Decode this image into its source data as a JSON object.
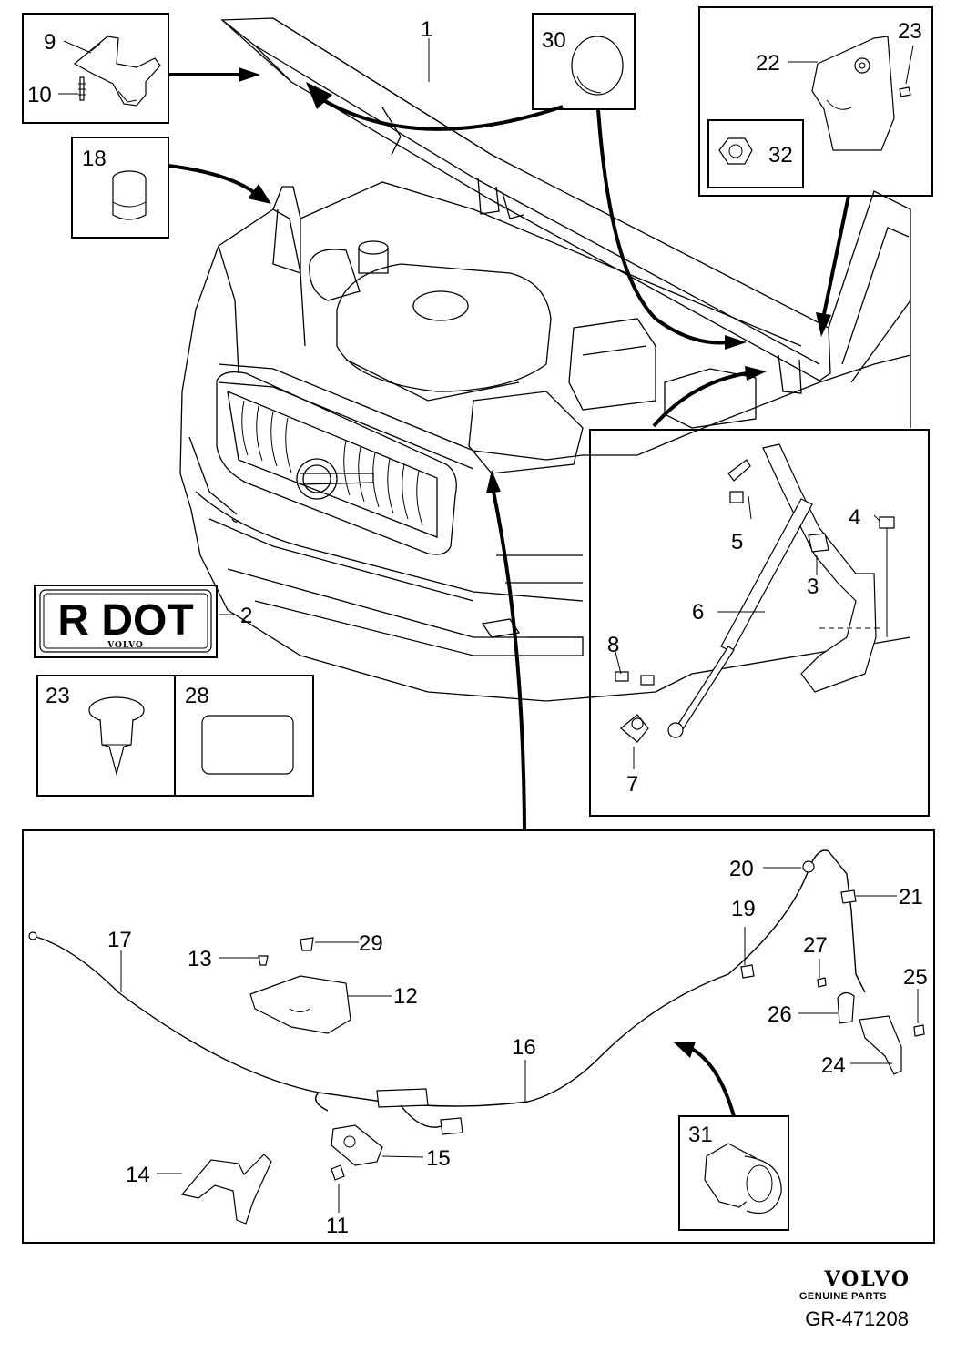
{
  "callouts": {
    "c1": "1",
    "c2": "2",
    "c3": "3",
    "c4": "4",
    "c5": "5",
    "c6": "6",
    "c7": "7",
    "c8": "8",
    "c9": "9",
    "c10": "10",
    "c11": "11",
    "c12": "12",
    "c13": "13",
    "c14": "14",
    "c15": "15",
    "c16": "16",
    "c17": "17",
    "c18": "18",
    "c19": "19",
    "c20": "20",
    "c21": "21",
    "c22": "22",
    "c23a": "23",
    "c23b": "23",
    "c24": "24",
    "c25": "25",
    "c26": "26",
    "c27": "27",
    "c28": "28",
    "c29": "29",
    "c30": "30",
    "c31": "31",
    "c32": "32"
  },
  "decal": {
    "text": "R DOT",
    "brand": "VOLVO"
  },
  "footer": {
    "brand": "VOLVO",
    "tagline": "GENUINE PARTS",
    "reference": "GR-471208"
  }
}
